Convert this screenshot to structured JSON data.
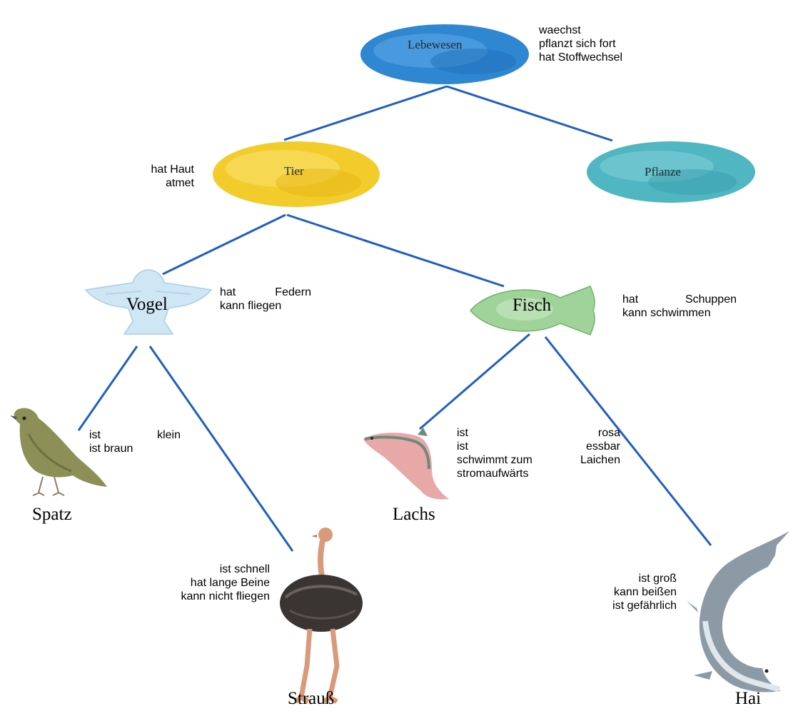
{
  "nodes": {
    "lebewesen": {
      "label": "Lebewesen",
      "traits": [
        "waechst",
        "pflanzt sich fort",
        "hat Stoffwechsel"
      ],
      "color": "#2f86d1"
    },
    "tier": {
      "label": "Tier",
      "traits": [
        "hat Haut",
        "atmet"
      ],
      "color": "#f2cc2a"
    },
    "pflanze": {
      "label": "Pflanze",
      "color": "#4fb6c2"
    },
    "vogel": {
      "label": "Vogel",
      "traits": [
        [
          "hat",
          "Federn"
        ],
        "kann fliegen"
      ],
      "color": "#cfe6f5"
    },
    "fisch": {
      "label": "Fisch",
      "traits": [
        [
          "hat",
          "Schuppen"
        ],
        "kann schwimmen"
      ],
      "color": "#9fd39a"
    },
    "spatz": {
      "label": "Spatz",
      "traits": [
        [
          "ist",
          "klein"
        ],
        "ist braun"
      ]
    },
    "strauss": {
      "label": "Strauß",
      "traits": [
        "ist schnell",
        "hat lange Beine",
        "kann nicht fliegen"
      ]
    },
    "lachs": {
      "label": "Lachs",
      "traits": [
        [
          "ist",
          "rosa"
        ],
        [
          "ist",
          "essbar"
        ],
        [
          "schwimmt zum",
          "Laichen"
        ],
        "stromaufwärts"
      ]
    },
    "hai": {
      "label": "Hai",
      "traits": [
        "ist groß",
        "kann beißen",
        "ist gefährlich"
      ]
    }
  },
  "edge_color": "#1f5fbf"
}
